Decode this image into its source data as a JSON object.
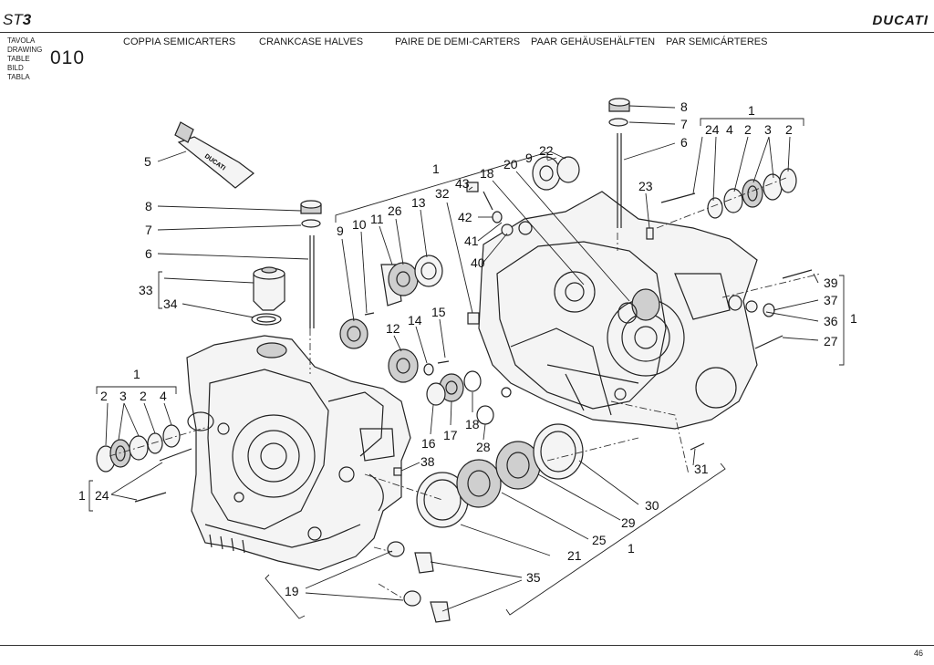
{
  "header": {
    "model_prefix": "ST",
    "model_suffix": "3",
    "brand": "DUCATI",
    "row_labels": [
      "TAVOLA",
      "DRAWING",
      "TABLE",
      "BILD",
      "TABLA"
    ],
    "drawing_number": "010",
    "titles": {
      "it": "COPPIA SEMICARTERS",
      "en": "CRANKCASE HALVES",
      "fr": "PAIRE DE DEMI-CARTERS",
      "de": "PAAR GEHÄUSEHÄLFTEN",
      "es": "PAR SEMICÁRTERES"
    }
  },
  "parts": {
    "tube_logo": "DUCATI",
    "callouts": [
      "1",
      "1",
      "1",
      "1",
      "1",
      "1",
      "2",
      "2",
      "2",
      "2",
      "3",
      "3",
      "4",
      "4",
      "5",
      "6",
      "6",
      "7",
      "7",
      "8",
      "8",
      "9",
      "9",
      "10",
      "11",
      "12",
      "13",
      "14",
      "15",
      "16",
      "17",
      "18",
      "18",
      "19",
      "20",
      "21",
      "22",
      "23",
      "24",
      "24",
      "25",
      "26",
      "27",
      "28",
      "29",
      "30",
      "31",
      "32",
      "33",
      "34",
      "35",
      "36",
      "37",
      "38",
      "39",
      "40",
      "41",
      "42",
      "43"
    ]
  },
  "footer": {
    "page_number": "46"
  }
}
